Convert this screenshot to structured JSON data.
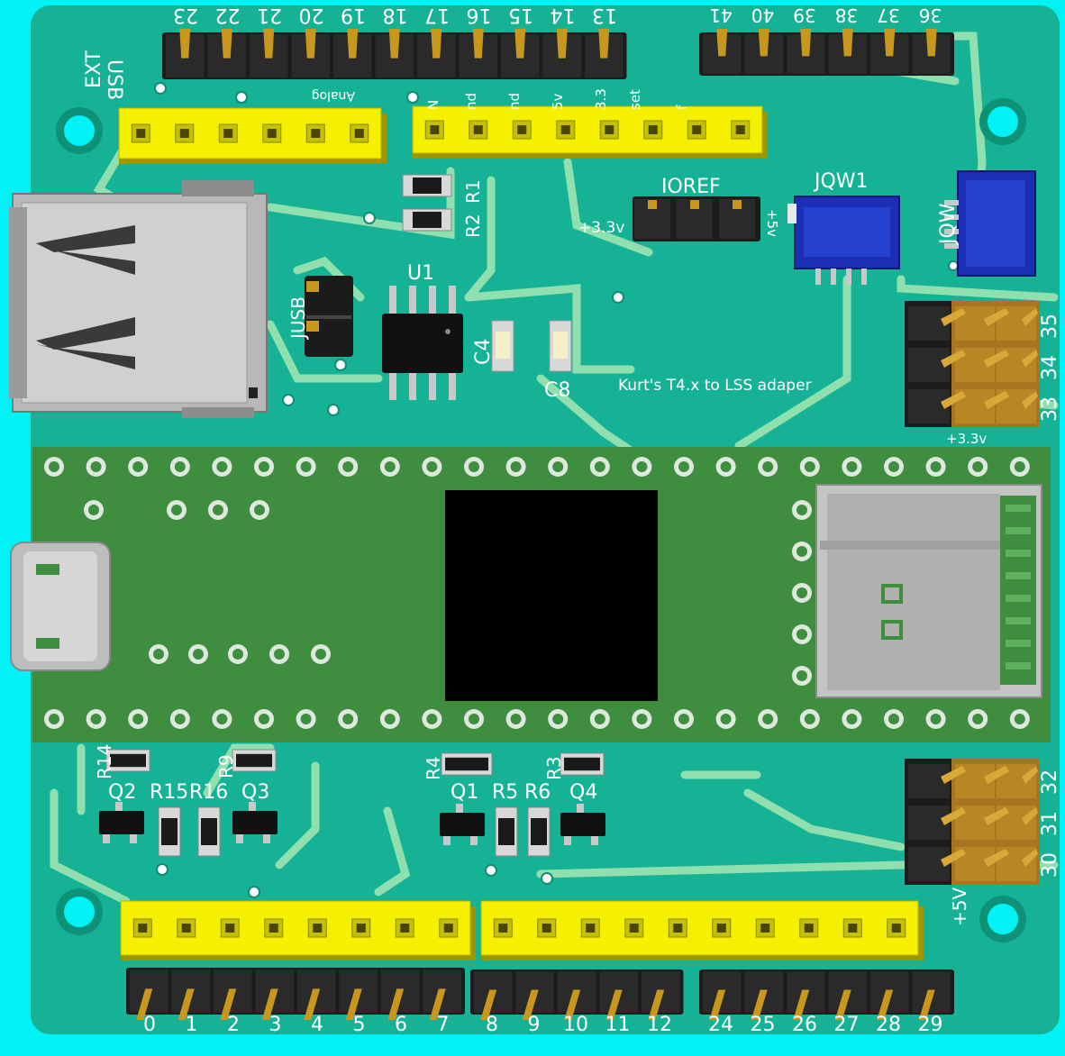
{
  "colors": {
    "background": "#00f2f4",
    "pcb": "#16b295",
    "trace": "#8fe0ae",
    "module": "#3f8d3e",
    "chip": "#000000",
    "header_yellow": "#f4f000",
    "pin_gold": "#c8981e",
    "jst_blue": "#1a2fb4"
  },
  "labels": {
    "ext": "EXT",
    "usb": "USB",
    "analog": "Analog",
    "ioref": "IOREF",
    "plus33_left": "+3.3v",
    "plus5_ioref": "+5v",
    "jqw1": "JQW1",
    "jqw": "JQW",
    "jusb": "JUSB",
    "u1": "U1",
    "c4": "C4",
    "c8": "C8",
    "r1": "R1",
    "r2": "R2",
    "caption": "Kurt's T4.x to LSS adaper",
    "plus33_right": "+3.3v",
    "plus5_right": "+5V",
    "r14": "R14",
    "q2": "Q2",
    "r15": "R15",
    "r16": "R16",
    "r9": "R9",
    "q3": "Q3",
    "r4": "R4",
    "q1": "Q1",
    "r5": "R5",
    "r6": "R6",
    "r3": "R3",
    "q4": "Q4",
    "power_fragments": [
      "N",
      "nd",
      "nd",
      "5v",
      "3.3",
      "set",
      "f"
    ]
  },
  "pin_numbers": {
    "top_left_header": [
      "23",
      "22",
      "21",
      "20",
      "19",
      "18",
      "17",
      "16",
      "15",
      "14",
      "13"
    ],
    "top_right_header": [
      "41",
      "40",
      "39",
      "38",
      "37",
      "36"
    ],
    "right_upper": [
      "35",
      "34",
      "33"
    ],
    "right_lower": [
      "32",
      "31",
      "30"
    ],
    "bottom_left_header": [
      "0",
      "1",
      "2",
      "3",
      "4",
      "5",
      "6",
      "7"
    ],
    "bottom_mid_header": [
      "8",
      "9",
      "10",
      "11",
      "12"
    ],
    "bottom_right_header": [
      "24",
      "25",
      "26",
      "27",
      "28",
      "29"
    ]
  }
}
